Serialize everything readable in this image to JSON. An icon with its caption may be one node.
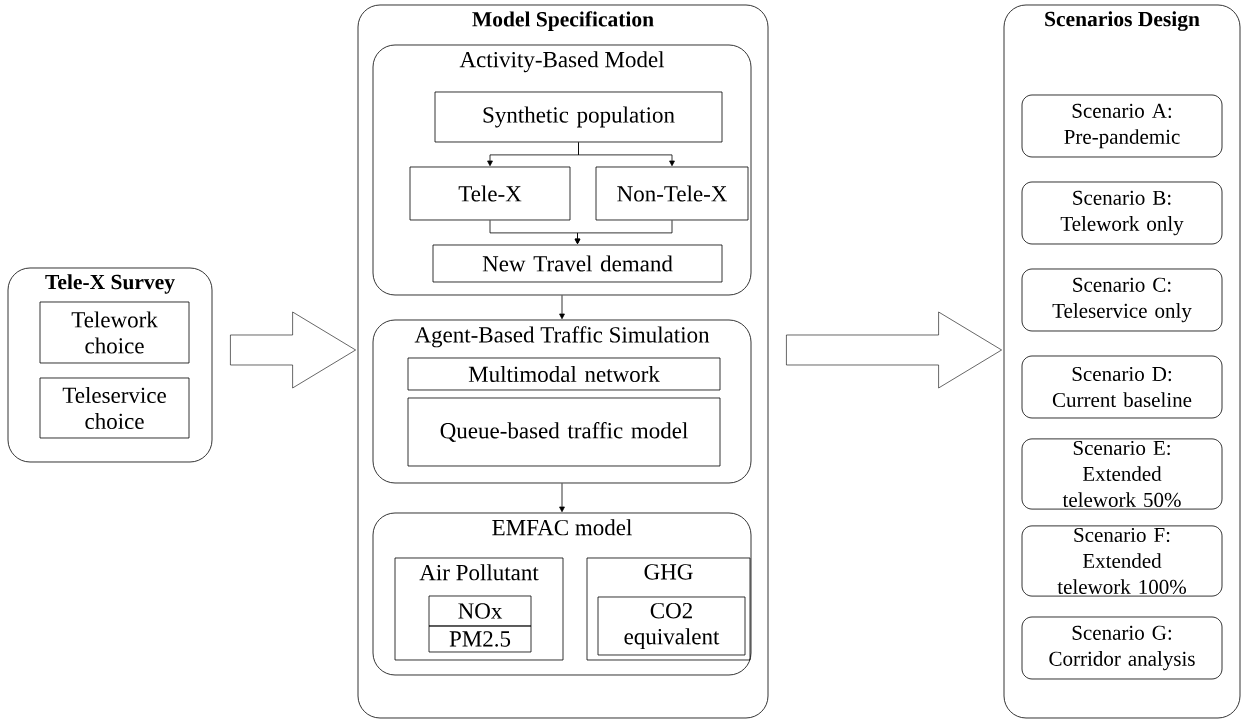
{
  "diagram": {
    "nodes": [
      {
        "text": [
          "Tele-X Survey"
        ]
      },
      {
        "text": [
          "Telework choice"
        ],
        "in": 0
      },
      {
        "text": [
          "Teleservice choice"
        ],
        "in": 0
      },
      {
        "text": [
          "Model Specification"
        ]
      },
      {
        "text": [
          "Activity-Based Model"
        ],
        "in": 3
      },
      {
        "text": [
          "Synthetic population"
        ],
        "in": 4
      },
      {
        "text": [
          "Tele-X"
        ],
        "in": 4
      },
      {
        "text": [
          "Non-Tele-X"
        ],
        "in": 4
      },
      {
        "text": [
          "New Travel demand"
        ],
        "in": 4
      },
      {
        "text": [
          "Agent-Based Traffic Simulation"
        ],
        "in": 3
      },
      {
        "text": [
          "Multimodal network"
        ],
        "in": 9
      },
      {
        "text": [
          "Queue-based traffic model"
        ],
        "in": 9
      },
      {
        "text": [
          "EMFAC model"
        ],
        "in": 3
      },
      {
        "text": [
          "Air Pollutant"
        ],
        "in": 12
      },
      {
        "text": [
          "NOx"
        ],
        "in": 13
      },
      {
        "text": [
          "PM2.5"
        ],
        "in": 13
      },
      {
        "text": [
          "GHG"
        ],
        "in": 12
      },
      {
        "text": [
          "CO2 equivalent"
        ],
        "in": 16
      },
      {
        "text": [
          "Scenarios Design"
        ]
      },
      {
        "text": [
          "Scenario A: Pre-pandemic"
        ],
        "in": 18
      },
      {
        "text": [
          "Scenario B: Telework only"
        ],
        "in": 18
      },
      {
        "text": [
          "Scenario C: Teleservice only"
        ],
        "in": 18
      },
      {
        "text": [
          "Scenario D: Current baseline"
        ],
        "in": 18
      },
      {
        "text": [
          "Scenario E: Extended telework 50%"
        ],
        "in": 18
      },
      {
        "text": [
          "Scenario F: Extended telework 100%"
        ],
        "in": 18
      },
      {
        "text": [
          "Scenario G: Corridor analysis"
        ],
        "in": 18
      }
    ],
    "edges": [
      {
        "from": 0,
        "to": 3,
        "arrow": "to",
        "style": "thick"
      },
      {
        "from": 3,
        "to": 18,
        "arrow": "to",
        "style": "thick"
      },
      {
        "from": 5,
        "to": 6,
        "arrow": "to"
      },
      {
        "from": 5,
        "to": 7,
        "arrow": "to"
      },
      {
        "from": 6,
        "to": 8,
        "arrow": "to"
      },
      {
        "from": 7,
        "to": 8,
        "arrow": "to"
      },
      {
        "from": 4,
        "to": 9,
        "arrow": "to"
      },
      {
        "from": 9,
        "to": 12,
        "arrow": "to"
      }
    ]
  }
}
